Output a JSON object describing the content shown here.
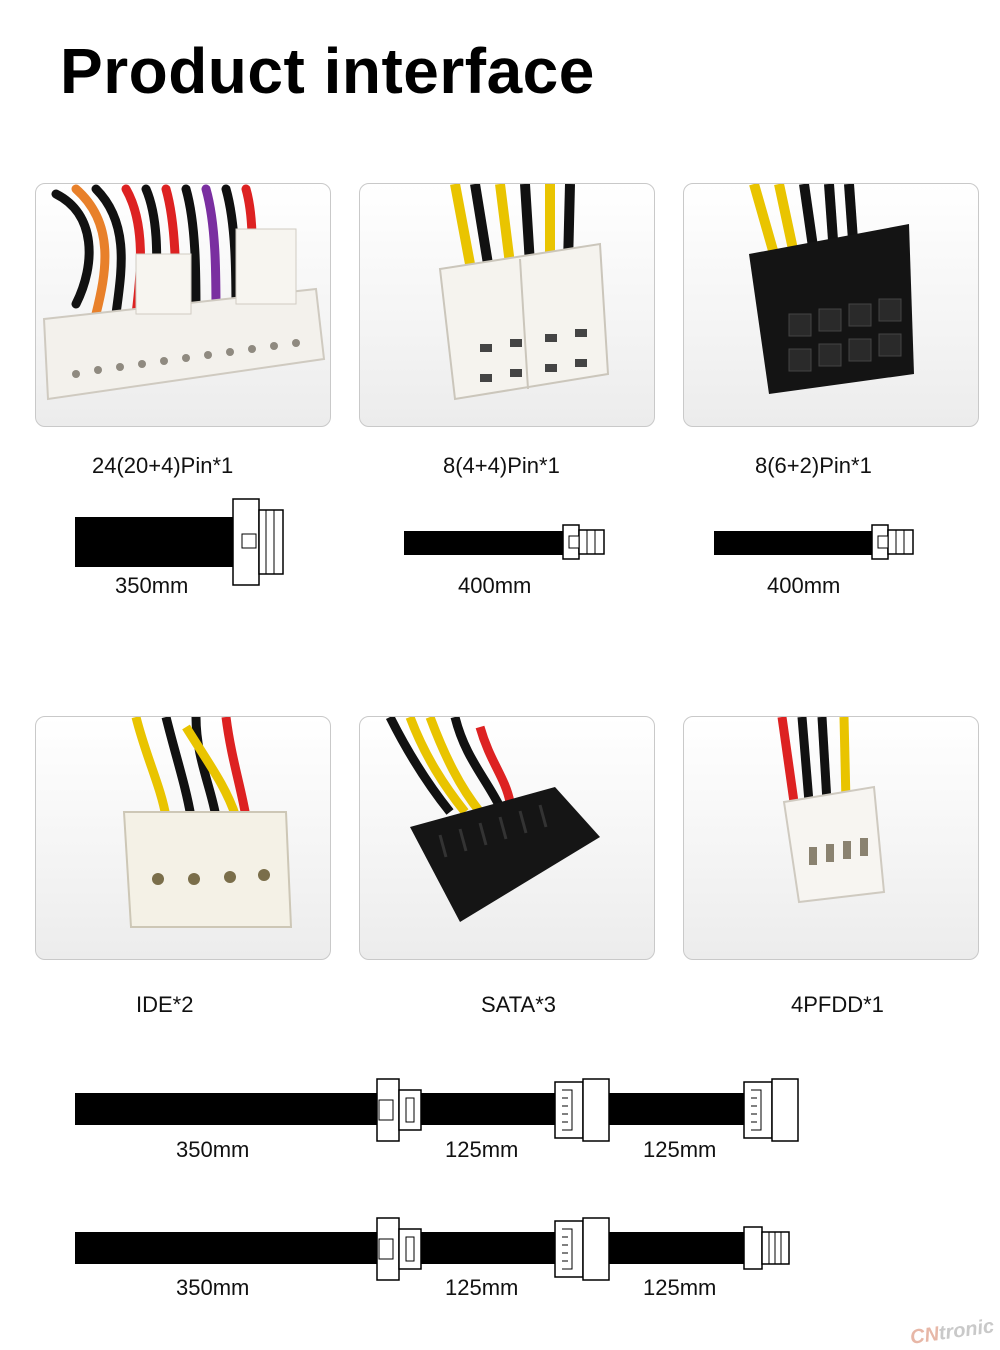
{
  "page": {
    "title": "Product interface"
  },
  "connectors": [
    {
      "label": "24(20+4)Pin*1",
      "length": "350mm"
    },
    {
      "label": "8(4+4)Pin*1",
      "length": "400mm"
    },
    {
      "label": "8(6+2)Pin*1",
      "length": "400mm"
    },
    {
      "label": "IDE*2"
    },
    {
      "label": "SATA*3"
    },
    {
      "label": "4PFDD*1"
    }
  ],
  "cable_rows": [
    {
      "lengths": [
        "350mm",
        "125mm",
        "125mm"
      ]
    },
    {
      "lengths": [
        "350mm",
        "125mm",
        "125mm"
      ]
    }
  ],
  "watermark": {
    "prefix": "CN",
    "text": "tronic"
  }
}
